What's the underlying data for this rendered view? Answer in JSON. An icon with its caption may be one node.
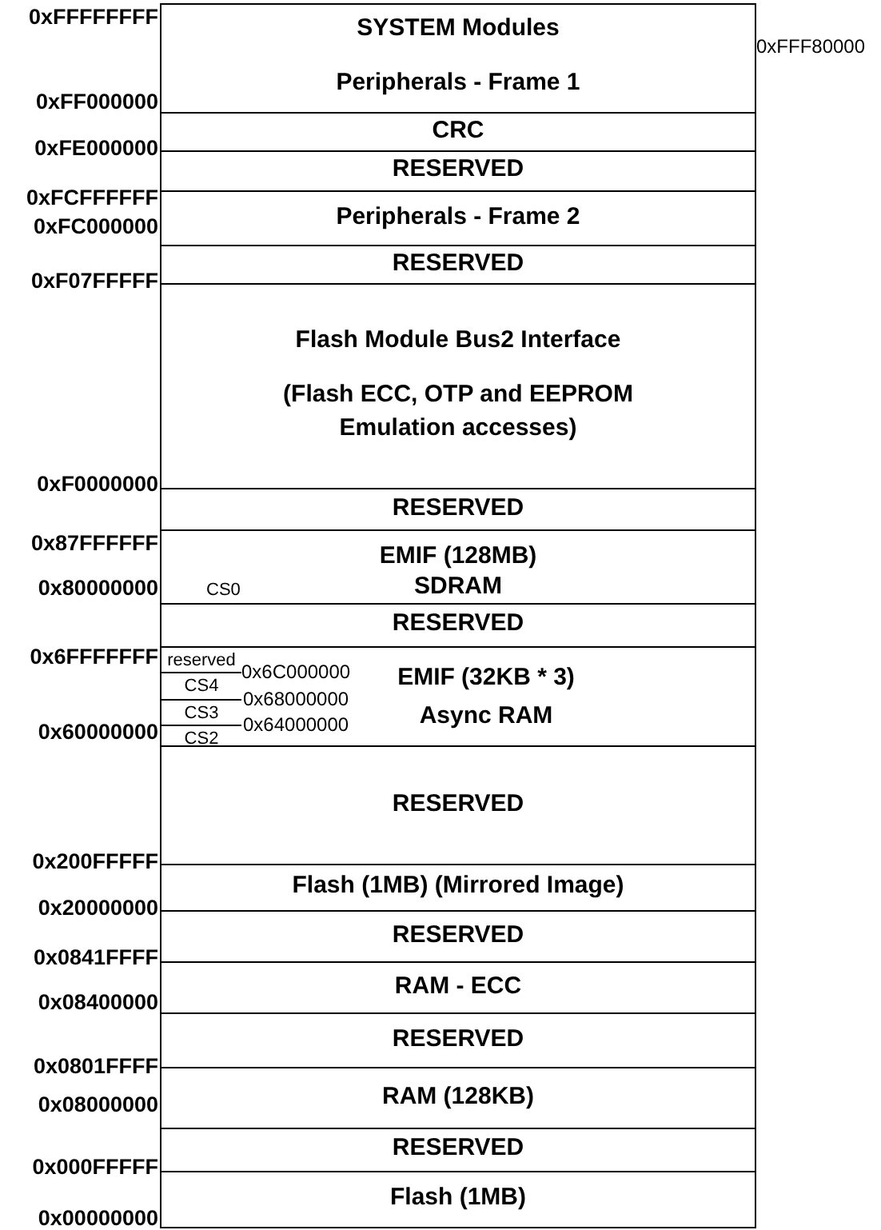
{
  "diagram": {
    "nodes": [
      {
        "text": [
          "SYSTEM Modules"
        ]
      },
      {
        "text": [
          "Peripherals - Frame 1"
        ]
      },
      {
        "text": [
          "CRC"
        ]
      },
      {
        "text": [
          "RESERVED"
        ]
      },
      {
        "text": [
          "Peripherals - Frame 2"
        ]
      },
      {
        "text": [
          "RESERVED"
        ]
      },
      {
        "text": [
          "Flash Module Bus2 Interface",
          "(Flash ECC, OTP and EEPROM Emulation accesses)"
        ]
      },
      {
        "text": [
          "RESERVED"
        ]
      },
      {
        "text": [
          "CS0",
          "EMIF (128MB) SDRAM"
        ]
      },
      {
        "text": [
          "RESERVED"
        ]
      },
      {
        "text": [
          "EMIF (32KB * 3) Async RAM"
        ]
      },
      {
        "text": [
          "reserved"
        ],
        "in": 10
      },
      {
        "text": [
          "CS4"
        ],
        "in": 10
      },
      {
        "text": [
          "CS3"
        ],
        "in": 10
      },
      {
        "text": [
          "CS2"
        ],
        "in": 10
      },
      {
        "text": [
          "RESERVED"
        ]
      },
      {
        "text": [
          "Flash (1MB) (Mirrored Image)"
        ]
      },
      {
        "text": [
          "RESERVED"
        ]
      },
      {
        "text": [
          "RAM - ECC"
        ]
      },
      {
        "text": [
          "RESERVED"
        ]
      },
      {
        "text": [
          "RAM (128KB)"
        ]
      },
      {
        "text": [
          "RESERVED"
        ]
      },
      {
        "text": [
          "Flash (1MB)"
        ]
      }
    ],
    "edges": [],
    "labels": [
      "0xFFFFFFFF",
      "0xFFF80000",
      "0xFF000000",
      "0xFE000000",
      "0xFCFFFFFF",
      "0xFC000000",
      "0xF07FFFFF",
      "0xF0000000",
      "0x87FFFFFF",
      "0x80000000",
      "0x6FFFFFFF",
      "0x6C000000",
      "0x68000000",
      "0x64000000",
      "0x60000000",
      "0x200FFFFF",
      "0x20000000",
      "0x0841FFFF",
      "0x08400000",
      "0x0801FFFF",
      "0x08000000",
      "0x000FFFFF",
      "0x00000000"
    ]
  }
}
